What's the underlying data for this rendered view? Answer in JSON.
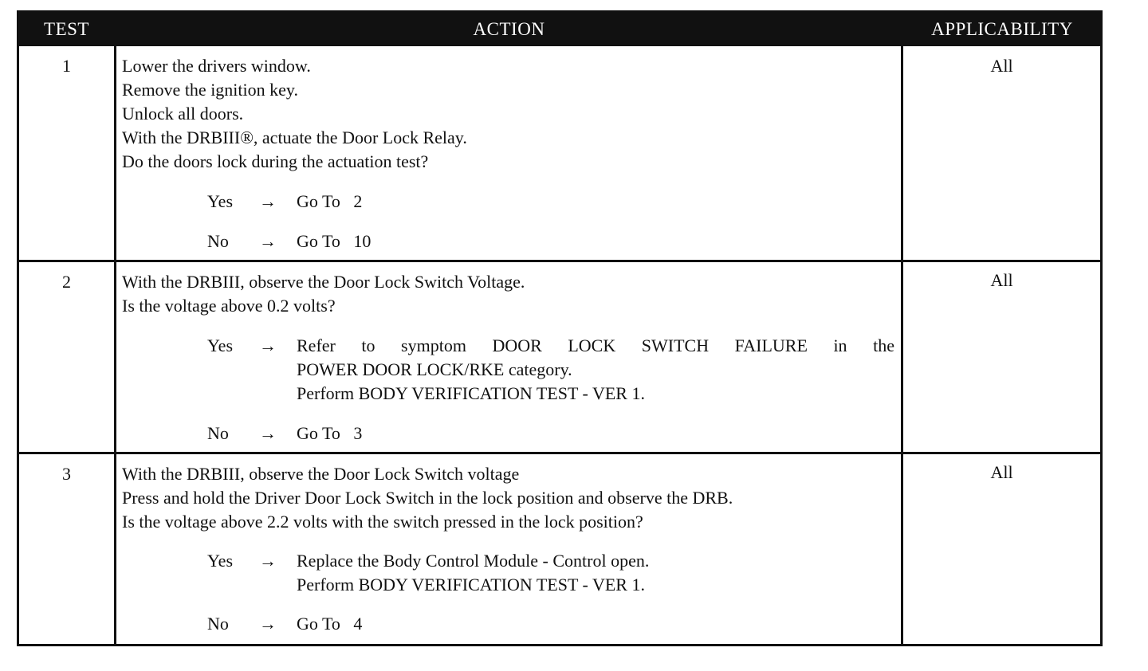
{
  "header": {
    "test": "TEST",
    "action": "ACTION",
    "applicability": "APPLICABILITY"
  },
  "rows": [
    {
      "num": "1",
      "applicability": "All",
      "lines": [
        "Lower the drivers window.",
        "Remove the ignition key.",
        "Unlock all doors.",
        "With the DRBIII®, actuate the Door Lock Relay.",
        "Do the doors lock during the actuation test?"
      ],
      "yes": {
        "label": "Yes",
        "arrow": "→",
        "result": [
          "Go To   2"
        ]
      },
      "no": {
        "label": "No",
        "arrow": "→",
        "result": [
          "Go To   10"
        ]
      }
    },
    {
      "num": "2",
      "applicability": "All",
      "lines": [
        "With the DRBIII, observe the Door Lock Switch Voltage.",
        "Is the voltage above 0.2 volts?"
      ],
      "yes": {
        "label": "Yes",
        "arrow": "→",
        "result": [
          "Refer to symptom DOOR LOCK SWITCH FAILURE in the",
          "POWER DOOR LOCK/RKE category.",
          "Perform BODY VERIFICATION TEST - VER 1."
        ]
      },
      "no": {
        "label": "No",
        "arrow": "→",
        "result": [
          "Go To   3"
        ]
      }
    },
    {
      "num": "3",
      "applicability": "All",
      "lines": [
        "With the DRBIII, observe the Door Lock Switch voltage",
        "Press and hold the Driver Door Lock Switch in the lock position and observe the DRB.",
        "Is the voltage above 2.2 volts with the switch pressed in the lock position?"
      ],
      "yes": {
        "label": "Yes",
        "arrow": "→",
        "result": [
          "Replace the Body Control Module - Control open.",
          "Perform BODY VERIFICATION TEST - VER 1."
        ]
      },
      "no": {
        "label": "No",
        "arrow": "→",
        "result": [
          "Go To   4"
        ]
      }
    }
  ]
}
